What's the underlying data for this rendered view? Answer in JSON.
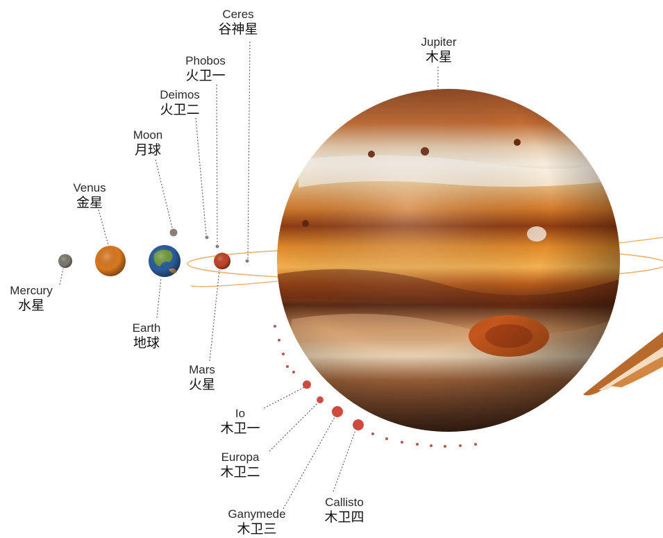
{
  "labels": {
    "ceres": {
      "en": "Ceres",
      "zh": "谷神星"
    },
    "phobos": {
      "en": "Phobos",
      "zh": "火卫一"
    },
    "deimos": {
      "en": "Deimos",
      "zh": "火卫二"
    },
    "moon": {
      "en": "Moon",
      "zh": "月球"
    },
    "venus": {
      "en": "Venus",
      "zh": "金星"
    },
    "mercury": {
      "en": "Mercury",
      "zh": "水星"
    },
    "earth": {
      "en": "Earth",
      "zh": "地球"
    },
    "mars": {
      "en": "Mars",
      "zh": "火星"
    },
    "jupiter": {
      "en": "Jupiter",
      "zh": "木星"
    },
    "io": {
      "en": "Io",
      "zh": "木卫一"
    },
    "europa": {
      "en": "Europa",
      "zh": "木卫二"
    },
    "ganymede": {
      "en": "Ganymede",
      "zh": "木卫三"
    },
    "callisto": {
      "en": "Callisto",
      "zh": "木卫四"
    }
  },
  "colors": {
    "mercury": "#7e7a70",
    "venus": "#d9781f",
    "earth_ocean": "#2a5d9c",
    "earth_land": "#6f9a3a",
    "mars": "#c0452a",
    "moon": "#8a7f78",
    "jupiter_band_light": "#f3e6d0",
    "jupiter_band_dark": "#7a3512",
    "jupiter_orange": "#e0842a",
    "great_red_spot": "#c2561c",
    "ring": "#e7a14f",
    "moons_galilean": "#cf4a3c",
    "leader_line": "#555555"
  }
}
